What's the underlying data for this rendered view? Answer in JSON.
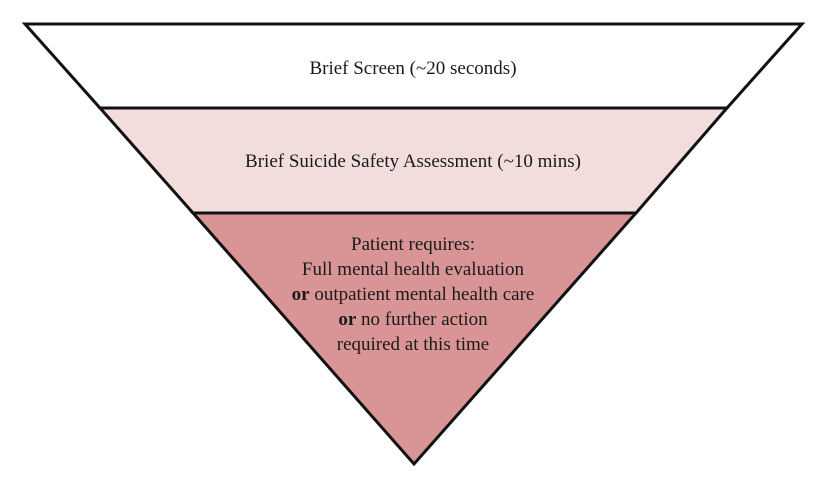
{
  "colors": {
    "outline": "#111111",
    "tier1_fill": "#ffffff",
    "tier2_fill": "#f2dcdc",
    "tier3_fill": "#d99595"
  },
  "funnel": {
    "tier1": {
      "label": "Brief Screen (~20 seconds)"
    },
    "tier2": {
      "label": "Brief Suicide Safety Assessment (~10 mins)"
    },
    "tier3": {
      "line1": "Patient requires:",
      "line2": "Full mental health evaluation",
      "line3_bold": "or",
      "line3_rest": " outpatient mental health care",
      "line4_bold": "or",
      "line4_rest": " no further action",
      "line5": "required at this time"
    }
  }
}
